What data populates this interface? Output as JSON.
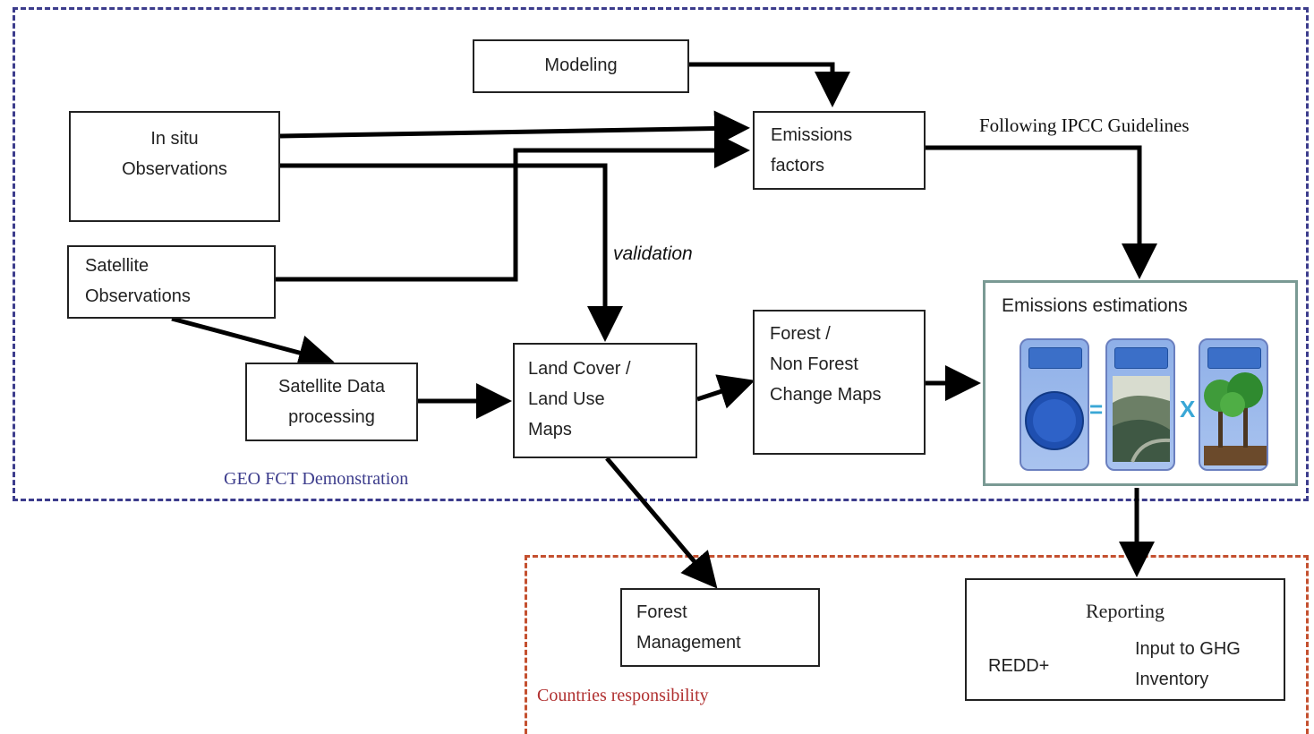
{
  "boxes": {
    "modeling": "Modeling",
    "in_situ": [
      "In situ",
      "Observations"
    ],
    "emissions_factors": [
      "Emissions",
      "factors"
    ],
    "satellite_obs": [
      "Satellite",
      "Observations"
    ],
    "satellite_processing": [
      "Satellite Data",
      "processing"
    ],
    "land_cover": [
      "Land Cover /",
      "Land Use",
      "Maps"
    ],
    "forest_change": [
      "Forest /",
      "Non Forest",
      "Change Maps"
    ],
    "forest_management": [
      "Forest",
      "Management"
    ]
  },
  "labels": {
    "ipcc": "Following IPCC Guidelines",
    "validation": "validation",
    "geo": "GEO FCT Demonstration",
    "countries": "Countries responsibility"
  },
  "estimations": {
    "title": "Emissions estimations",
    "equals": "=",
    "times": "X"
  },
  "reporting": {
    "title": "Reporting",
    "redd": "REDD+",
    "ghg": [
      "Input to GHG",
      "Inventory"
    ]
  },
  "colors": {
    "geo_frame": "#3c3c8c",
    "countries_frame": "#c4502f",
    "estimations_border": "#7a9a94",
    "operator": "#3aa7d6"
  }
}
